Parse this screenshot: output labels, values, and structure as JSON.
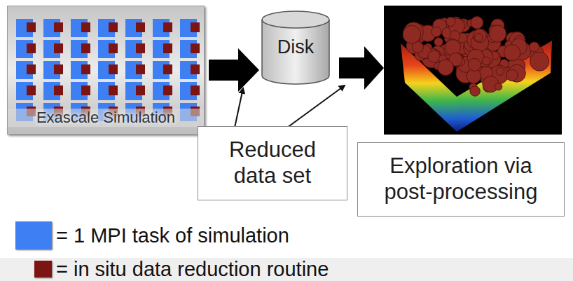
{
  "diagram": {
    "nodes": [
      {
        "text": [
          "Exascale Simulation"
        ]
      },
      {
        "text": [
          "Disk"
        ]
      },
      {
        "text": [
          "Reduced data set"
        ]
      },
      {
        "text": [
          "Exploration via post-processing"
        ]
      }
    ],
    "edges": [
      {
        "from": 0,
        "to": 1,
        "arrow": "to"
      }
    ],
    "legend": [
      {
        "text": "= 1 MPI task of simulation",
        "color": "#3f7ff4"
      },
      {
        "text": "= in situ data reduction routine",
        "color": "#7d1414"
      }
    ]
  }
}
